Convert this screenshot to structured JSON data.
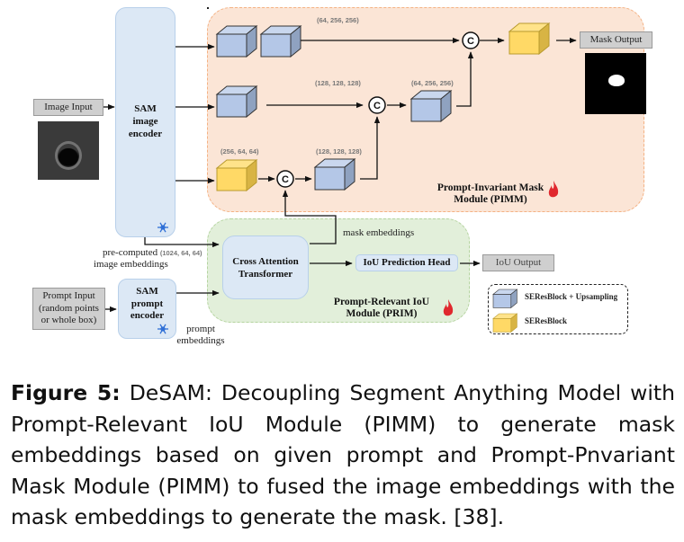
{
  "diagram": {
    "inputs": {
      "image_input": "Image Input",
      "prompt_input_line1": "Prompt Input",
      "prompt_input_line2": "(random points",
      "prompt_input_line3": "or whole box)"
    },
    "encoders": {
      "image_encoder": [
        "SAM",
        "image",
        "encoder"
      ],
      "prompt_encoder": [
        "SAM",
        "prompt",
        "encoder"
      ]
    },
    "labels": {
      "precomputed_line1": "pre-computed",
      "precomputed_dims": "(1024, 64, 64)",
      "precomputed_line2": "image embeddings",
      "prompt_emb_line1": "prompt",
      "prompt_emb_line2": "embeddings",
      "mask_embeddings": "mask embeddings"
    },
    "dims": {
      "top_row": "(64, 256, 256)",
      "mid_row": "(128, 128, 128)",
      "mid_right": "(64, 256, 256)",
      "bottom_left": "(256, 64, 64)",
      "bottom_mid": "(128, 128, 128)"
    },
    "concat_symbol": "C",
    "modules": {
      "pimm_line1": "Prompt-Invariant Mask",
      "pimm_line2": "Module (PIMM)",
      "prim_line1": "Prompt-Relevant IoU",
      "prim_line2": "Module (PRIM)"
    },
    "blocks": {
      "cross_attention_line1": "Cross Attention",
      "cross_attention_line2": "Transformer",
      "iou_head": "IoU Prediction Head"
    },
    "outputs": {
      "mask_output": "Mask Output",
      "iou_output": "IoU Output"
    },
    "legend": {
      "items": [
        {
          "label": "SEResBlock + Upsampling",
          "color": "#b4c7e7"
        },
        {
          "label": "SEResBlock",
          "color": "#ffd966"
        }
      ]
    },
    "colors": {
      "pimm_bg": "#fbe5d6",
      "prim_bg": "#e2efda",
      "encoder_bg": "#dce8f5",
      "cube_blue": "#b4c7e7",
      "cube_yellow": "#ffd966",
      "trainable_icon": "#e0282e",
      "frozen_icon": "#2f6fd6"
    },
    "icons": {
      "frozen": "snowflake-icon",
      "trainable": "flame-icon"
    }
  },
  "caption": {
    "figure_label": "Figure 5:",
    "text": "DeSAM: Decoupling Segment Anything Model with Prompt-Relevant IoU Module (PIMM) to generate mask embeddings based on given prompt and Prompt-Pnvariant Mask Module (PIMM) to fused the image embeddings with the mask embeddings to generate the mask. [38]."
  }
}
